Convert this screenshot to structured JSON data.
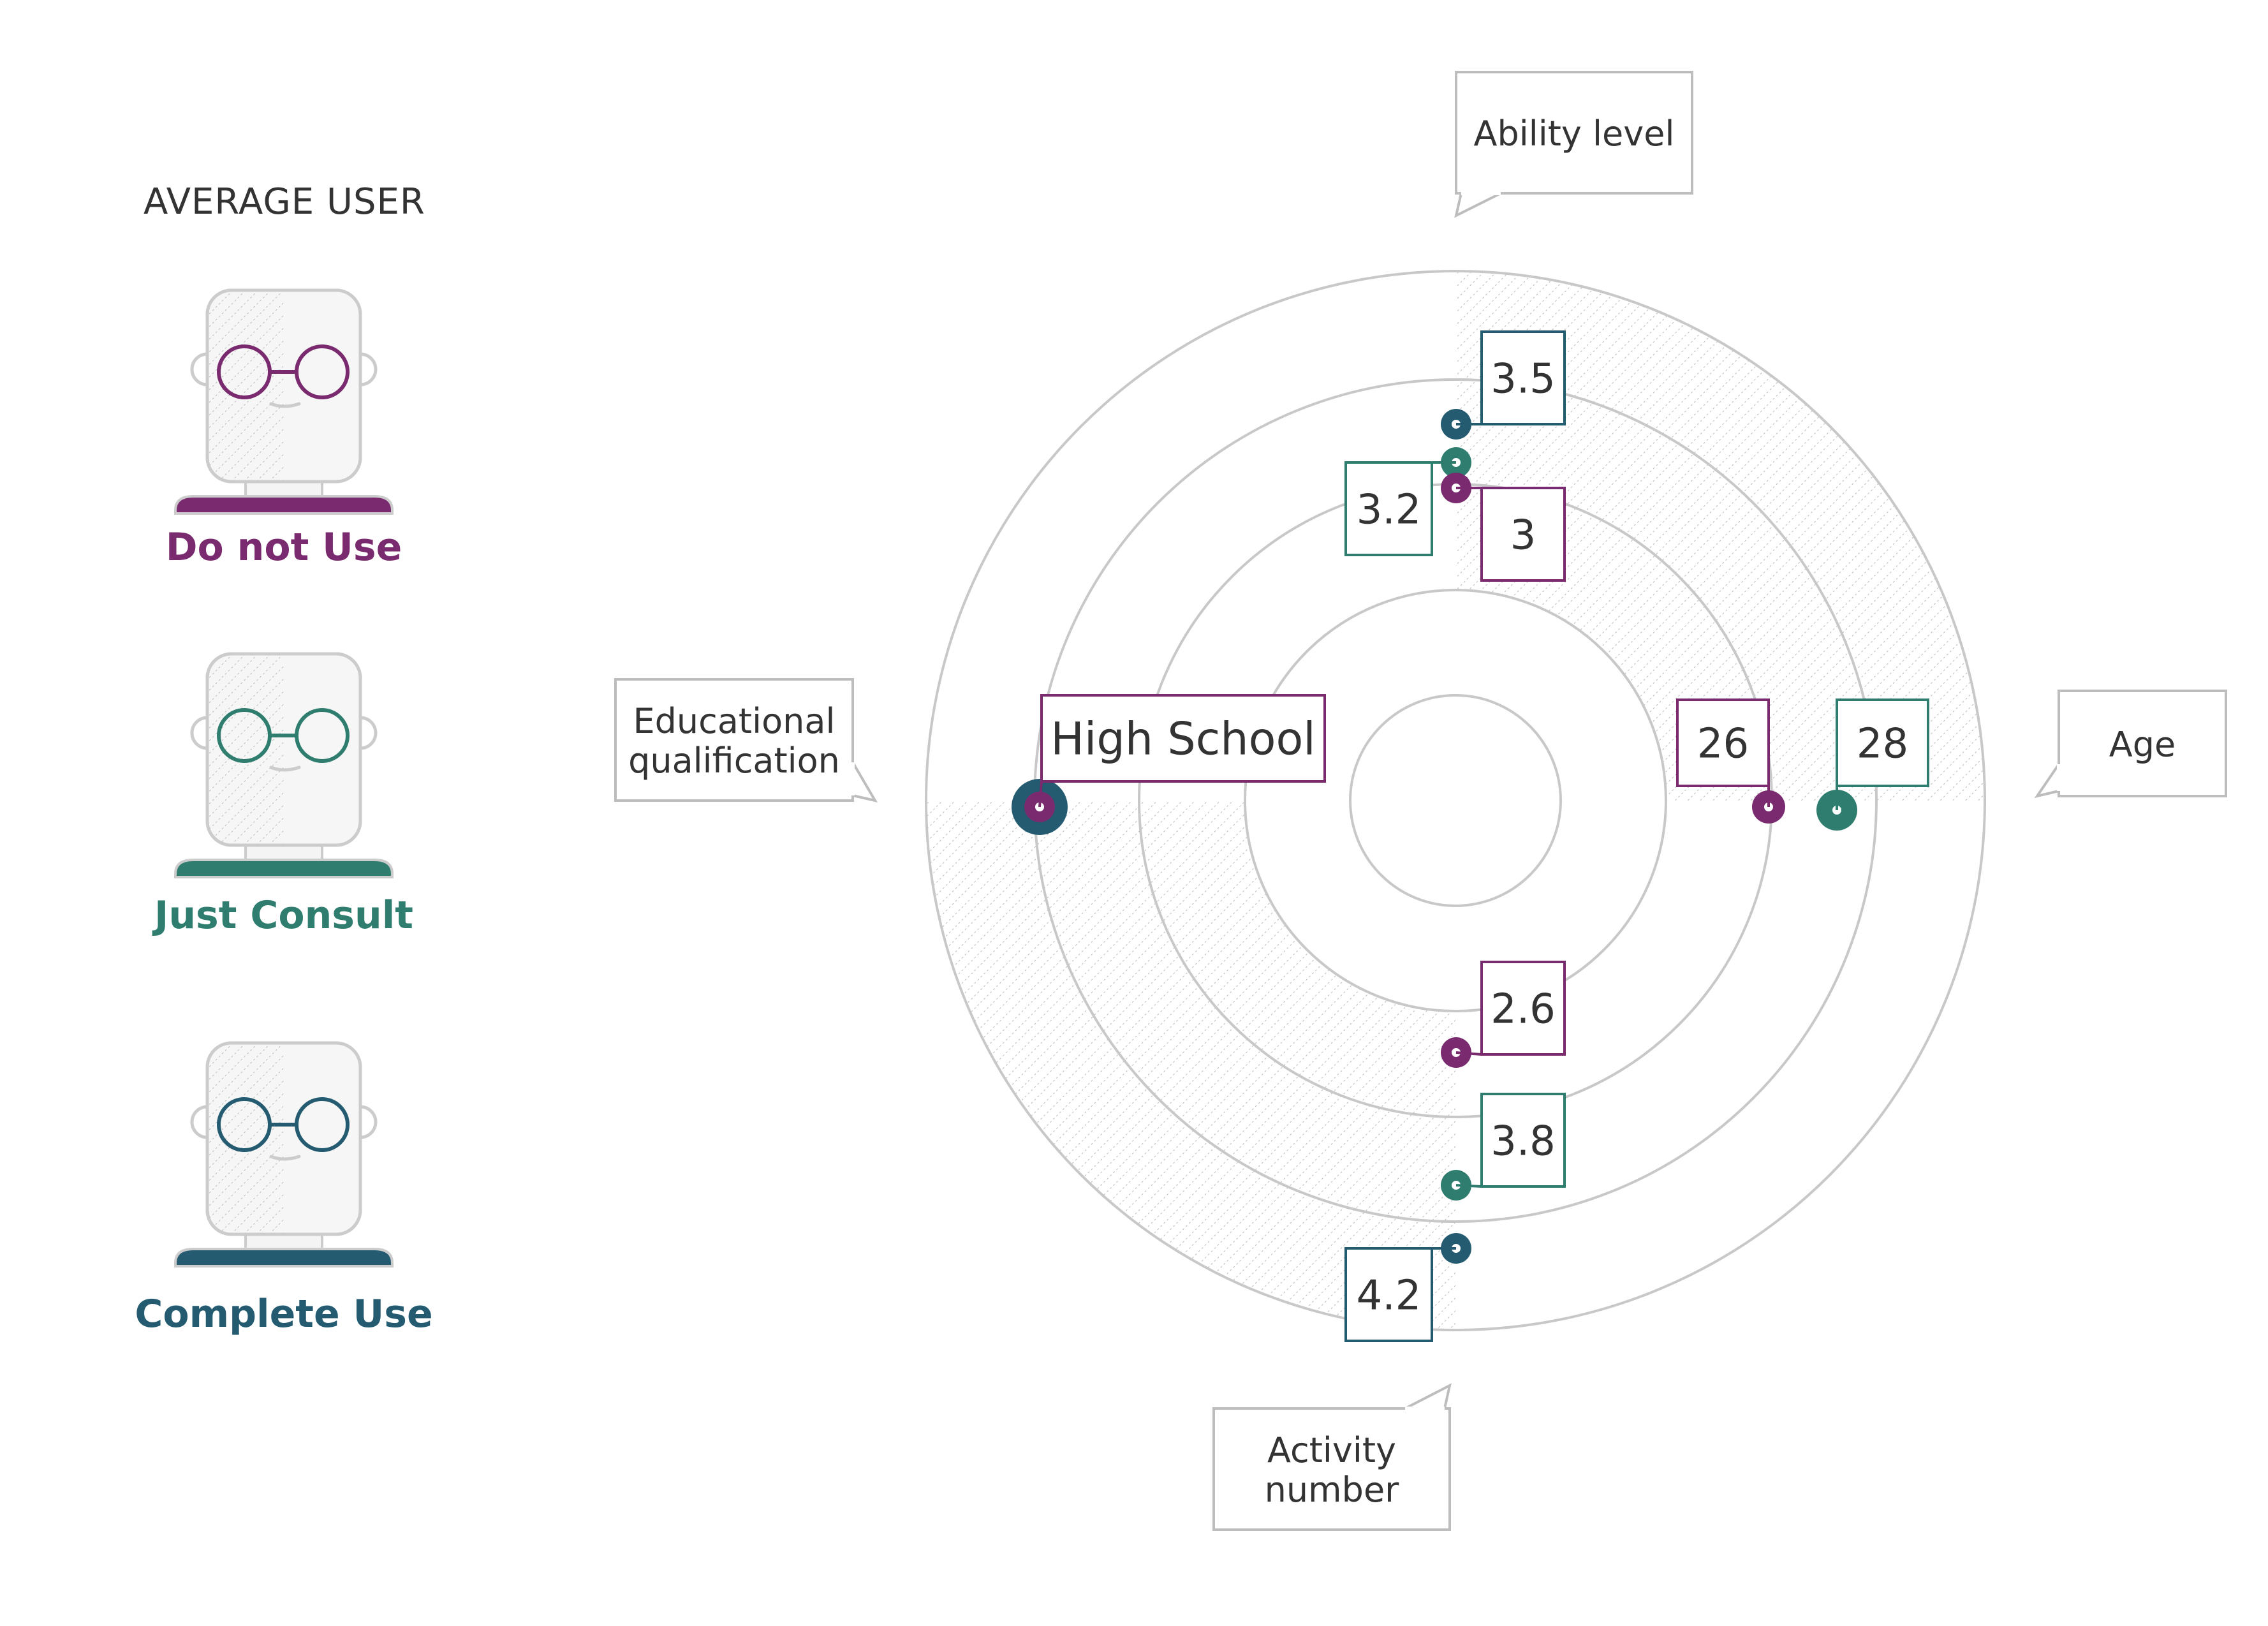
{
  "legend": {
    "title": "AVERAGE USER",
    "users": [
      {
        "label": "Do not Use",
        "color": "#7a2a6e"
      },
      {
        "label": "Just Consult",
        "color": "#2e7d6e"
      },
      {
        "label": "Complete Use",
        "color": "#245b70"
      }
    ]
  },
  "chart_data": {
    "type": "radial",
    "title": "",
    "axes": [
      {
        "name": "Ability level",
        "direction": "up"
      },
      {
        "name": "Age",
        "direction": "right"
      },
      {
        "name": "Activity number",
        "direction": "down"
      },
      {
        "name": "Educational qualification",
        "direction": "left"
      }
    ],
    "series": [
      {
        "name": "Do not Use",
        "color": "#7a2a6e",
        "values": {
          "Ability level": "3",
          "Age": "26",
          "Activity number": "2.6",
          "Educational qualification": "High School"
        }
      },
      {
        "name": "Just Consult",
        "color": "#2e7d6e",
        "values": {
          "Ability level": "3.2",
          "Age": "28",
          "Activity number": "3.8",
          "Educational qualification": "High School"
        }
      },
      {
        "name": "Complete Use",
        "color": "#245b70",
        "values": {
          "Ability level": "3.5",
          "Age": "",
          "Activity number": "4.2",
          "Educational qualification": "High School"
        }
      }
    ],
    "rings": 5,
    "grid": true,
    "hatched_quadrants": [
      "top-right",
      "bottom-left"
    ]
  }
}
